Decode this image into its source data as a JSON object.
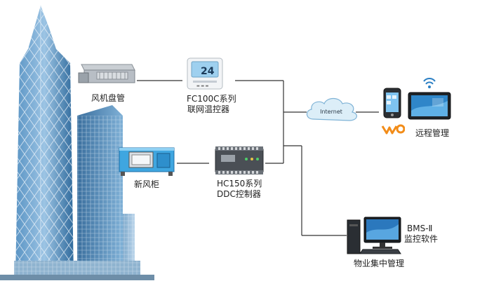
{
  "labels": {
    "fan_coil": "风机盘管",
    "thermostat_line1": "FC100C系列",
    "thermostat_line2": "联网温控器",
    "thermostat_display": "24",
    "fresh_air": "新风柜",
    "ddc_line1": "HC150系列",
    "ddc_line2": "DDC控制器",
    "internet": "Internet",
    "remote": "远程管理",
    "bms_line1": "BMS-Ⅱ",
    "bms_line2": "监控软件",
    "property": "物业集中管理"
  },
  "colors": {
    "line": "#333333",
    "cloud": "#dceef8",
    "screen": "#1f6fb5",
    "building": "#3e7fb3"
  },
  "icons": [
    "building-illustration",
    "fan-coil-icon",
    "thermostat-icon",
    "fresh-air-unit-icon",
    "ddc-controller-icon",
    "cloud-icon",
    "phone-icon",
    "tablet-icon",
    "wifi-icon",
    "unicom-logo-icon",
    "computer-icon"
  ]
}
